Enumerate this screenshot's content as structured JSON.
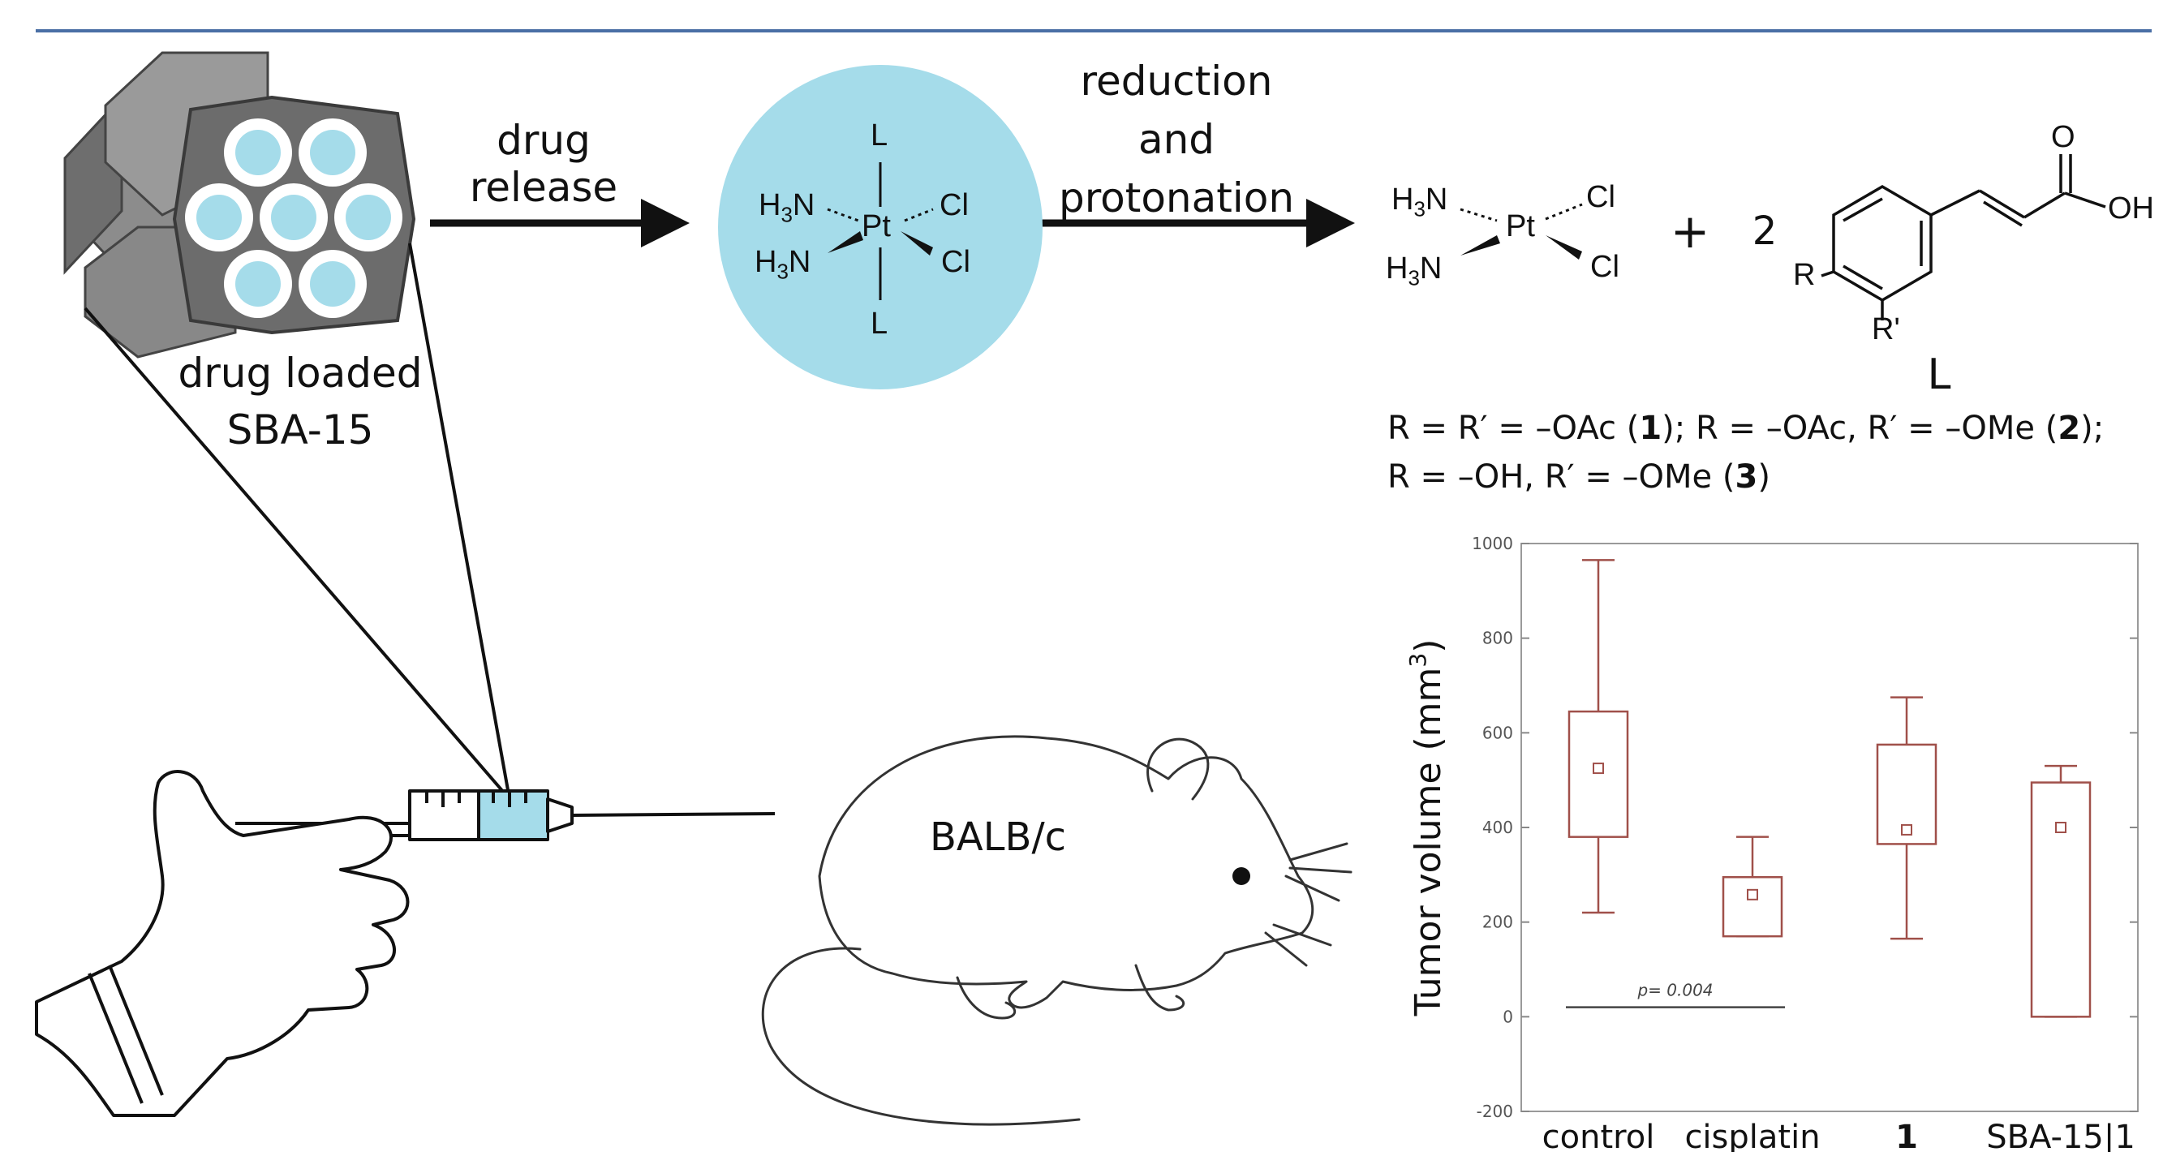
{
  "diagram": {
    "labels": {
      "drug_release": [
        "drug",
        "release"
      ],
      "reduction": [
        "reduction",
        "and",
        "protonation"
      ],
      "sba15": [
        "drug loaded",
        "SBA-15"
      ],
      "mouse": "BALB/c"
    },
    "complex": {
      "ligand": "L",
      "nh3": "H",
      "n": "N",
      "sub3": "3",
      "pt": "Pt",
      "cl": "Cl"
    },
    "product": {
      "plus": "+",
      "coef": "2",
      "ligand_label": "L",
      "o": "O",
      "oh": "OH",
      "r": "R",
      "rp": "R'"
    },
    "formula_lines": [
      {
        "pre": "R = R′ = –OAc (",
        "num": "1",
        "mid": "); R = –OAc, R′ = –OMe (",
        "num2": "2",
        "post": ");"
      },
      {
        "pre": "R = –OH, R′ = –OMe (",
        "num": "3",
        "post": ")"
      }
    ]
  },
  "colors": {
    "rule": "#4a6fa5",
    "pore": "#a5dcea",
    "box": "#a0504a",
    "axis": "#555555"
  },
  "chart_data": {
    "type": "box",
    "ylabel": "Tumor volume (mm³)",
    "ylabel_main": "Tumor volume (mm",
    "ylabel_sup": "3",
    "ylabel_end": ")",
    "ylim": [
      -200,
      1000
    ],
    "yticks": [
      "-200",
      "0",
      "200",
      "400",
      "600",
      "800",
      "1000"
    ],
    "categories": [
      "control",
      "cisplatin",
      "1",
      "SBA-15|1"
    ],
    "boxes": [
      {
        "min": 220,
        "q1": 380,
        "q3": 645,
        "max": 965,
        "mean": 525
      },
      {
        "min": 170,
        "q1": 170,
        "q3": 295,
        "max": 380,
        "mean": 258
      },
      {
        "min": 165,
        "q1": 365,
        "q3": 575,
        "max": 675,
        "mean": 395
      },
      {
        "min": 0,
        "q1": 0,
        "q3": 495,
        "max": 530,
        "mean": 400
      }
    ],
    "annotation": {
      "text": "p= 0.004",
      "from_category": 0,
      "to_category": 1,
      "y": 20
    }
  }
}
